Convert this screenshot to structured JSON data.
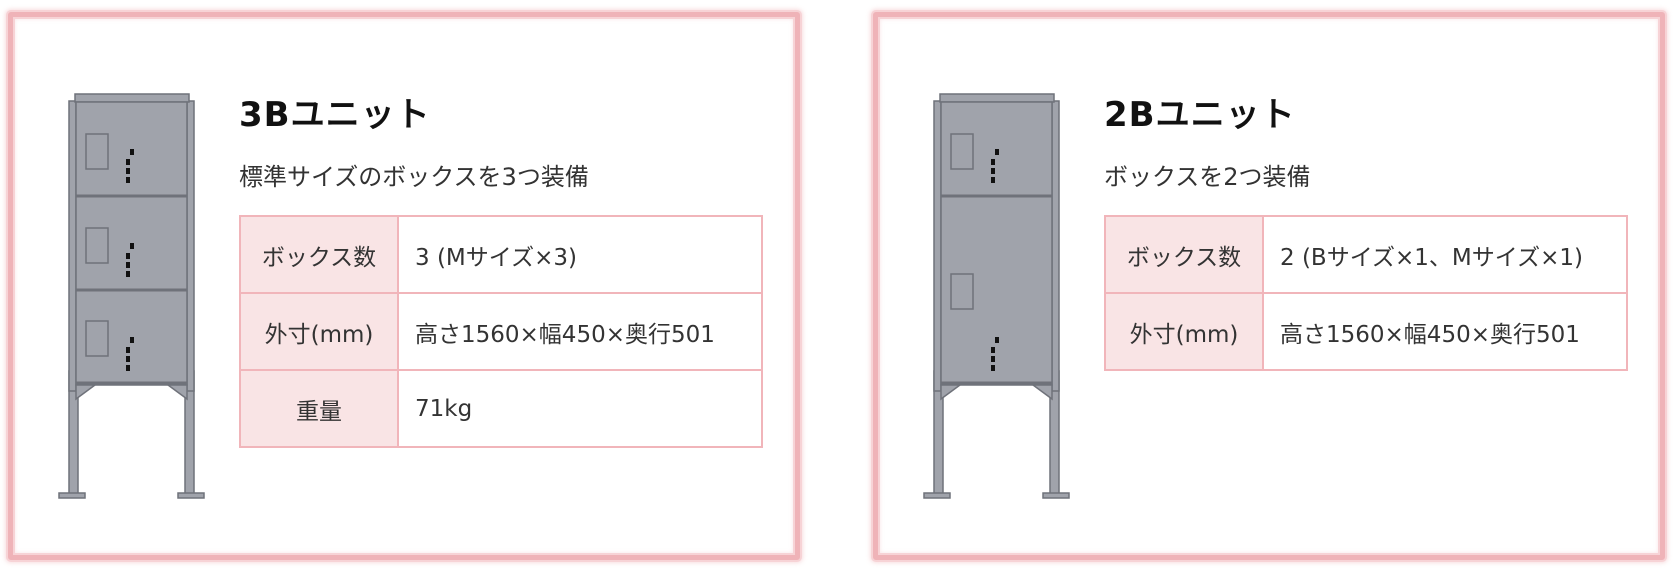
{
  "units": [
    {
      "title": "3Bユニット",
      "description": "標準サイズのボックスを3つ装備",
      "specs": [
        {
          "label": "ボックス数",
          "value": "3 (Mサイズ×3)"
        },
        {
          "label": "外寸(mm)",
          "value": "高さ1560×幅450×奥行501"
        },
        {
          "label": "重量",
          "value": "71kg"
        }
      ]
    },
    {
      "title": "2Bユニット",
      "description": "ボックスを2つ装備",
      "specs": [
        {
          "label": "ボックス数",
          "value": "2 (Bサイズ×1、Mサイズ×1)"
        },
        {
          "label": "外寸(mm)",
          "value": "高さ1560×幅450×奥行501"
        }
      ]
    }
  ],
  "colors": {
    "frame": "#efb3b8",
    "table_border": "#f1b5ba",
    "header_bg": "#f9e4e5",
    "unit_body": "#a0a3ab",
    "unit_edge": "#6f727a"
  },
  "icons": [
    "delivery-box-3b-illustration",
    "delivery-box-2b-illustration"
  ]
}
